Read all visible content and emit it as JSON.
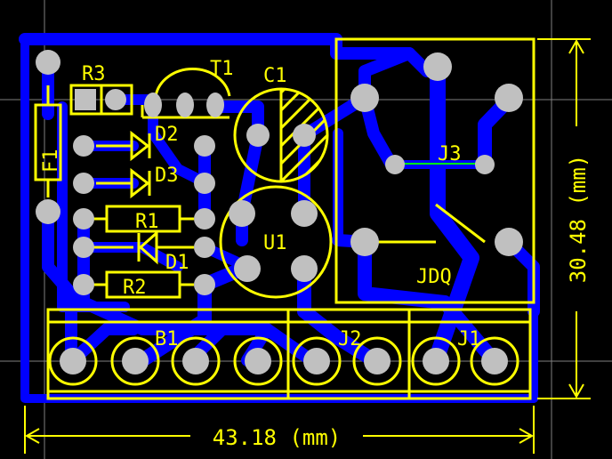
{
  "colors": {
    "background": "#000000",
    "copper_bottom": "#0000ff",
    "silkscreen": "#ffff00",
    "pad": "#c0c0c0",
    "keepout": "#ff00ff",
    "crosshair": "#808080",
    "jumper": "#00ff00"
  },
  "components": {
    "r3": "R3",
    "t1": "T1",
    "c1": "C1",
    "f1": "F1",
    "d2": "D2",
    "d3": "D3",
    "r1": "R1",
    "d1": "D1",
    "r2": "R2",
    "u1": "U1",
    "j3": "J3",
    "jdq": "JDQ",
    "b1": "B1",
    "j2": "J2",
    "j1": "J1"
  },
  "dimensions": {
    "width": "43.18 (mm)",
    "height": "30.48 (mm)"
  }
}
